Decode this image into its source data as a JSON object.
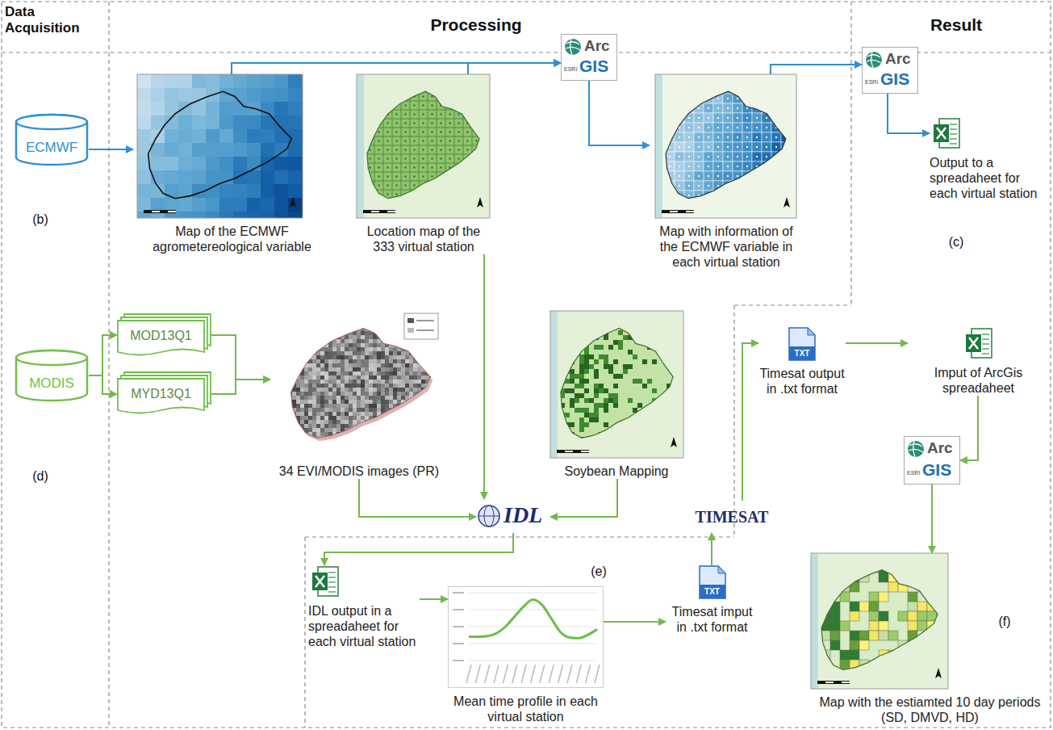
{
  "diagram": {
    "nodes": [
      {
        "text": [
          "ECMWF"
        ]
      },
      {
        "text": [
          "Map of the ECMWF agrometereological variable"
        ]
      },
      {
        "text": [
          "Arc",
          "ESRI",
          "GIS"
        ]
      },
      {
        "text": [
          "Location map of the 333 virtual station"
        ]
      },
      {
        "text": [
          "Map with information of the ECMWF variable in each virtual station"
        ]
      },
      {
        "text": [
          "Arc",
          "ESRI",
          "GIS"
        ]
      },
      {
        "text": [
          "Output to a spreadaheet for each virtual station"
        ]
      },
      {
        "text": [
          "MODIS"
        ]
      },
      {
        "text": [
          "MOD13Q1"
        ]
      },
      {
        "text": [
          "MYD13Q1"
        ]
      },
      {
        "text": [
          "34 EVI/MODIS images (PR)"
        ]
      },
      {
        "text": [
          "Soybean Mapping"
        ]
      },
      {
        "text": [
          "TXT",
          "Timesat output in .txt format"
        ]
      },
      {
        "text": [
          "Imput of ArcGis spreadaheet"
        ]
      },
      {
        "text": [
          "IDL"
        ]
      },
      {
        "text": [
          "TIMESAT"
        ]
      },
      {
        "text": [
          "Arc",
          "ESRI",
          "GIS"
        ]
      },
      {
        "text": [
          "IDL output in a spreadaheet for each virtual station"
        ]
      },
      {
        "text": [
          "Mean time profile in each virtual station"
        ]
      },
      {
        "text": [
          "TXT",
          "Timesat imput in .txt format"
        ]
      },
      {
        "text": [
          "Map with the estiamted 10 day periods (SD, DMVD, HD)"
        ]
      }
    ],
    "edges": [
      {
        "from": 0,
        "to": 1,
        "arrow": "to"
      },
      {
        "from": 1,
        "to": 2,
        "arrow": "to"
      },
      {
        "from": 3,
        "to": 2,
        "arrow": "to"
      },
      {
        "from": 2,
        "to": 4,
        "arrow": "to"
      },
      {
        "from": 4,
        "to": 5,
        "arrow": "to"
      },
      {
        "from": 5,
        "to": 6,
        "arrow": "to"
      },
      {
        "from": 7,
        "to": 8,
        "arrow": "to"
      },
      {
        "from": 7,
        "to": 9,
        "arrow": "to"
      },
      {
        "from": 8,
        "to": 10,
        "arrow": "to"
      },
      {
        "from": 9,
        "to": 10,
        "arrow": "to"
      },
      {
        "from": 3,
        "to": 14,
        "arrow": "to"
      },
      {
        "from": 10,
        "to": 14,
        "arrow": "to"
      },
      {
        "from": 11,
        "to": 14,
        "arrow": "to"
      },
      {
        "from": 14,
        "to": 17,
        "arrow": "to"
      },
      {
        "from": 17,
        "to": 18,
        "arrow": "to"
      },
      {
        "from": 18,
        "to": 19,
        "arrow": "to"
      },
      {
        "from": 19,
        "to": 15,
        "arrow": "to"
      },
      {
        "from": 15,
        "to": 12,
        "arrow": "to"
      },
      {
        "from": 12,
        "to": 13,
        "arrow": "to"
      },
      {
        "from": 13,
        "to": 16,
        "arrow": "to"
      },
      {
        "from": 16,
        "to": 20,
        "arrow": "to"
      }
    ],
    "labels": [
      "Data Acquisition",
      "Processing",
      "Result",
      "(b)",
      "(c)",
      "(d)",
      "(e)",
      "(f)"
    ]
  }
}
